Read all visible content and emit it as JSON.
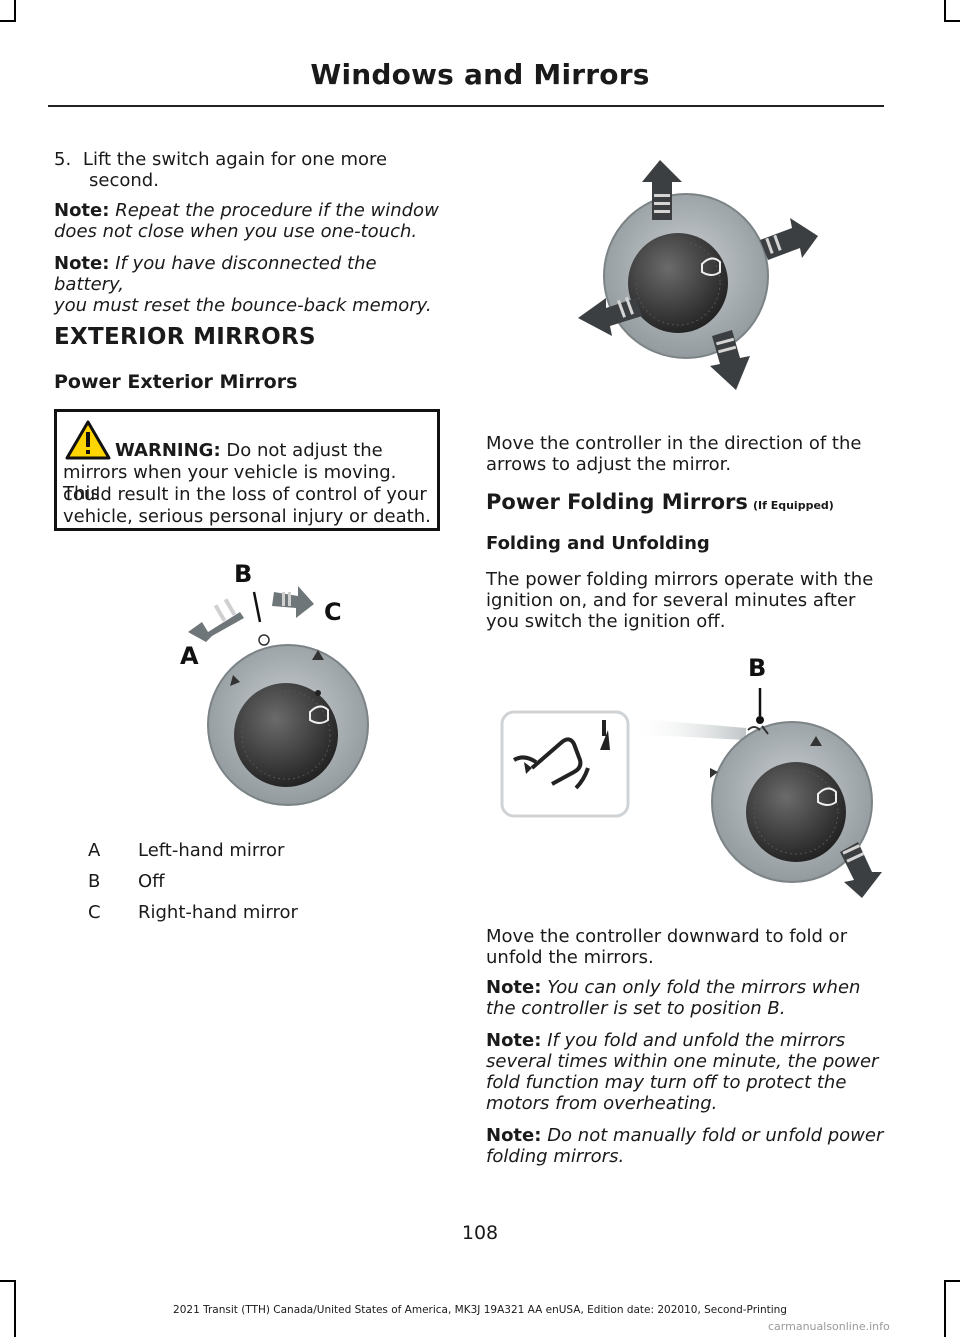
{
  "header": {
    "title": "Windows and Mirrors"
  },
  "left": {
    "step5": {
      "number": "5.",
      "text_line1": "Lift the switch again for one more",
      "text_line2": "second."
    },
    "note1": {
      "label": "Note:",
      "text_line1": "Repeat the procedure if the window",
      "text_line2": "does not close when you use one-touch."
    },
    "note2": {
      "label": "Note:",
      "text_line1": "If you have disconnected the battery,",
      "text_line2": "you must reset the bounce-back memory."
    },
    "section_title": "EXTERIOR MIRRORS",
    "subsection_title": "Power Exterior Mirrors",
    "warning": {
      "label": "WARNING:",
      "line1": "Do not adjust the",
      "line2": "mirrors when your vehicle is moving. This",
      "line3": "could result in the loss of control of your",
      "line4": "vehicle, serious personal injury or death."
    },
    "figure1_labels": {
      "a": "A",
      "b": "B",
      "c": "C"
    },
    "legend": [
      {
        "key": "A",
        "value": "Left-hand mirror"
      },
      {
        "key": "B",
        "value": "Off"
      },
      {
        "key": "C",
        "value": "Right-hand mirror"
      }
    ]
  },
  "right": {
    "move_text_line1": "Move the controller in the direction of the",
    "move_text_line2": "arrows to adjust the mirror.",
    "folding_title": "Power Folding Mirrors",
    "folding_title_suffix": "(If Equipped)",
    "folding_subtitle": "Folding and Unfolding",
    "folding_text_line1": "The power folding mirrors operate with the",
    "folding_text_line2": "ignition on, and for several minutes after",
    "folding_text_line3": "you switch the ignition off.",
    "figure3_label_b": "B",
    "down_text_line1": "Move the controller downward to fold or",
    "down_text_line2": "unfold the mirrors.",
    "note3": {
      "label": "Note:",
      "text_line1": "You can only fold the mirrors when",
      "text_line2": "the controller is set to position B."
    },
    "note4": {
      "label": "Note:",
      "text_line1": "If you fold and unfold the mirrors",
      "text_line2": "several times within one minute, the power",
      "text_line3": "fold function may turn off to protect the",
      "text_line4": "motors from overheating."
    },
    "note5": {
      "label": "Note:",
      "text_line1": "Do not manually fold or unfold power",
      "text_line2": "folding mirrors."
    }
  },
  "footer": {
    "page_number": "108",
    "edition_line": "2021 Transit (TTH) Canada/United States of America, MK3J 19A321 AA enUSA, Edition date: 202010, Second-Printing",
    "watermark": "carmanualsonline.info"
  },
  "colors": {
    "text": "#1a1a1a",
    "bezel_grey": "#9ea5a8",
    "knob_dark": "#2f2f2f"
  }
}
